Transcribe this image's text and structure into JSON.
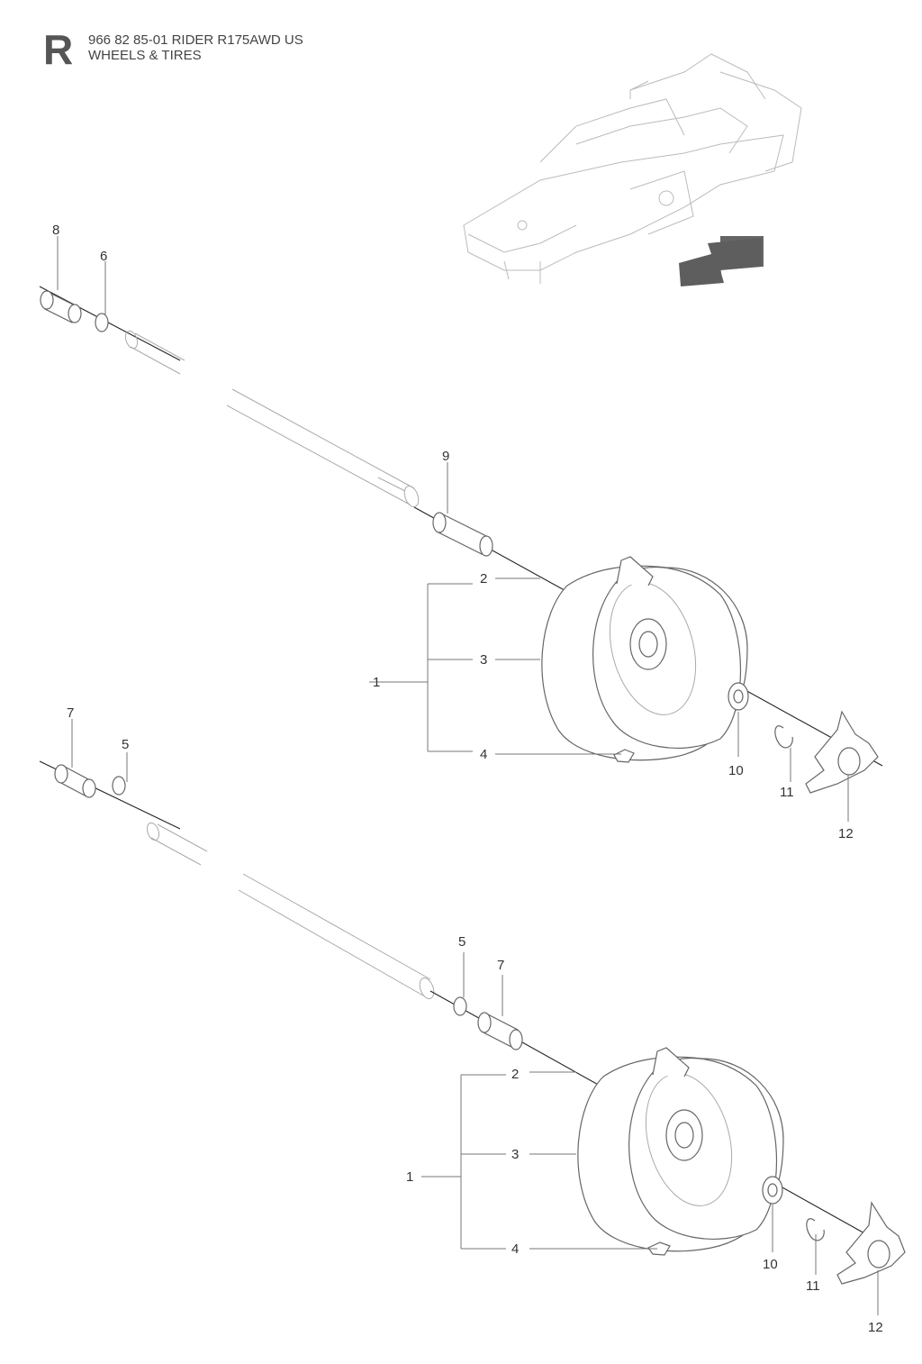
{
  "header": {
    "section_letter": "R",
    "line1": "966 82 85-01 RIDER R175AWD US",
    "line2": "WHEELS & TIRES"
  },
  "upper_assembly": {
    "callouts": [
      "8",
      "6",
      "9",
      "2",
      "3",
      "1",
      "4",
      "10",
      "11",
      "12"
    ]
  },
  "middle_assembly": {
    "callouts": [
      "7",
      "5"
    ]
  },
  "lower_assembly": {
    "callouts": [
      "5",
      "7",
      "2",
      "3",
      "1",
      "4",
      "10",
      "11",
      "12"
    ]
  },
  "icons": {
    "locator": "rider-frame-locator-icon",
    "arrow": "direction-arrow-icon"
  }
}
